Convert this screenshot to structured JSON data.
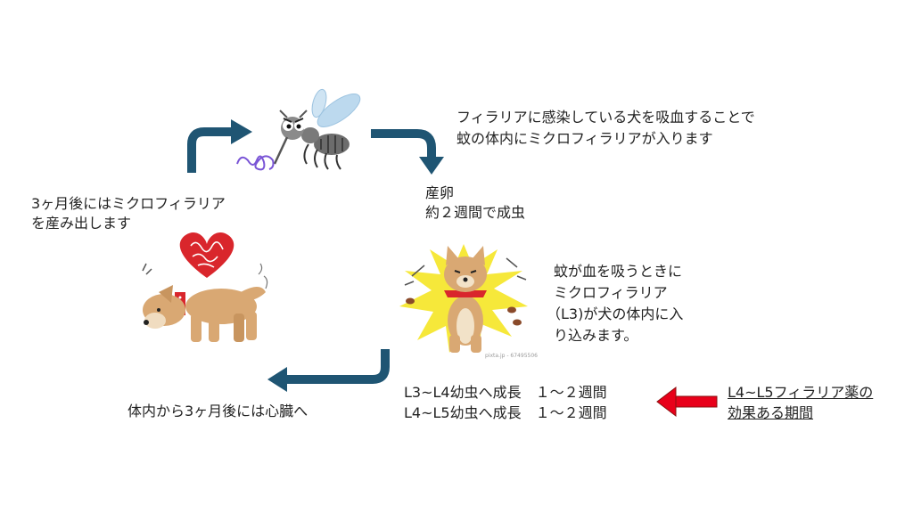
{
  "texts": {
    "mosquito_note_1": "フィラリアに感染している犬を吸血することで",
    "mosquito_note_2": "蚊の体内にミクロフィラリアが入ります",
    "egg_1": "産卵",
    "egg_2": "約２週間で成虫",
    "microfilaria_1": "3ヶ月後にはミクロフィラリア",
    "microfilaria_2": "を産み出します",
    "bite_1": "蚊が血を吸うときに",
    "bite_2": "ミクロフィラリア",
    "bite_3": "（L3)が犬の体内に入",
    "bite_4": "り込みます。",
    "heart": "体内から3ヶ月後には心臓へ",
    "stage_1": "L3~L4幼虫へ成長　１〜２週間",
    "stage_2": "L4~L5幼虫へ成長　１〜２週間",
    "medicine_1": "L4~L5フィラリア薬の",
    "medicine_2": "効果ある期間",
    "stock_id": "pixta.jp - 67495506"
  },
  "colors": {
    "arrow_blue": "#1f5573",
    "emphasis_red": "#e8001a",
    "heart_red": "#d9262c",
    "burst_yellow": "#f6e83a",
    "dog_fur": "#d9a873"
  },
  "icons": [
    "mosquito-icon",
    "microfilaria-icon",
    "heart-icon",
    "sick-dog-icon",
    "itchy-dog-icon"
  ]
}
